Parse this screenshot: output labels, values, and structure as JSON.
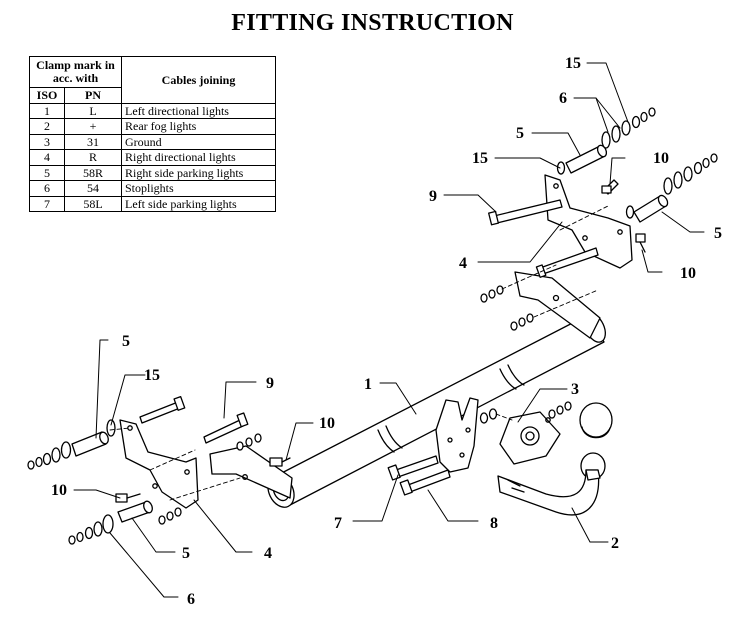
{
  "title": "FITTING INSTRUCTION",
  "table": {
    "header_clamp": "Clamp mark in acc. with",
    "header_cables": "Cables joining",
    "sub_iso": "ISO",
    "sub_pn": "PN",
    "rows": [
      {
        "iso": "1",
        "pn": "L",
        "cable": "Left directional lights"
      },
      {
        "iso": "2",
        "pn": "+",
        "cable": "Rear fog lights"
      },
      {
        "iso": "3",
        "pn": "31",
        "cable": "Ground"
      },
      {
        "iso": "4",
        "pn": "R",
        "cable": "Right directional lights"
      },
      {
        "iso": "5",
        "pn": "58R",
        "cable": "Right side parking lights"
      },
      {
        "iso": "6",
        "pn": "54",
        "cable": "Stoplights"
      },
      {
        "iso": "7",
        "pn": "58L",
        "cable": "Left side parking lights"
      }
    ]
  },
  "callouts": {
    "c1": "1",
    "c2": "2",
    "c3": "3",
    "c4_right": "4",
    "c4_left": "4",
    "c5_top": "5",
    "c5_right": "5",
    "c5_left_top": "5",
    "c5_left_bottom": "5",
    "c6_top": "6",
    "c6_bottom": "6",
    "c7": "7",
    "c8": "8",
    "c9_top": "9",
    "c9_left": "9",
    "c10_top": "10",
    "c10_right": "10",
    "c10_center": "10",
    "c10_left": "10",
    "c15_top": "15",
    "c15_mid": "15",
    "c15_left": "15"
  }
}
